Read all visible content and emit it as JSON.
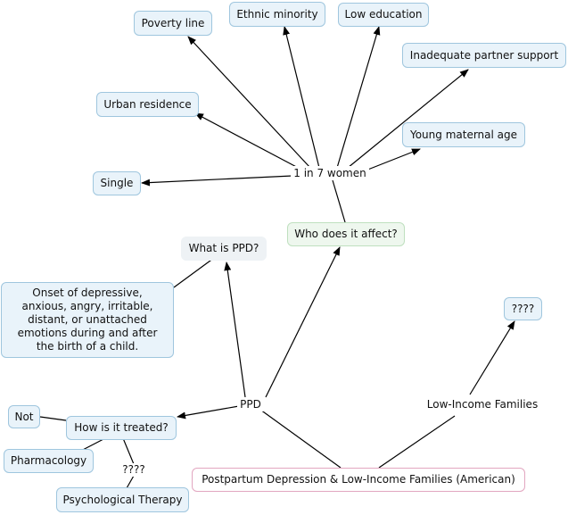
{
  "nodes": {
    "poverty_line": "Poverty line",
    "ethnic_minority": "Ethnic minority",
    "low_education": "Low education",
    "inadequate_partner_support": "Inadequate partner support",
    "urban_residence": "Urban residence",
    "young_maternal_age": "Young maternal age",
    "single": "Single",
    "one_in_seven": "1 in 7 women",
    "who_does_it_affect": "Who does it affect?",
    "what_is_ppd": "What is PPD?",
    "ppd_definition": "Onset of depressive, anxious, angry, irritable, distant, or unattached emotions during and after the birth of a child.",
    "question_marks_top": "????",
    "ppd": "PPD",
    "low_income_families": "Low-Income Families",
    "not": "Not",
    "how_is_it_treated": "How is it treated?",
    "pharmacology": "Pharmacology",
    "question_marks_treatment": "????",
    "psychological_therapy": "Psychological Therapy",
    "root": "Postpartum Depression & Low-Income Families (American)"
  },
  "colors": {
    "line": "#000000",
    "box_fill": "#e9f3fa",
    "box_border": "#9fc6de",
    "green_fill": "#eef7ee",
    "root_border": "#e2a6c0"
  }
}
